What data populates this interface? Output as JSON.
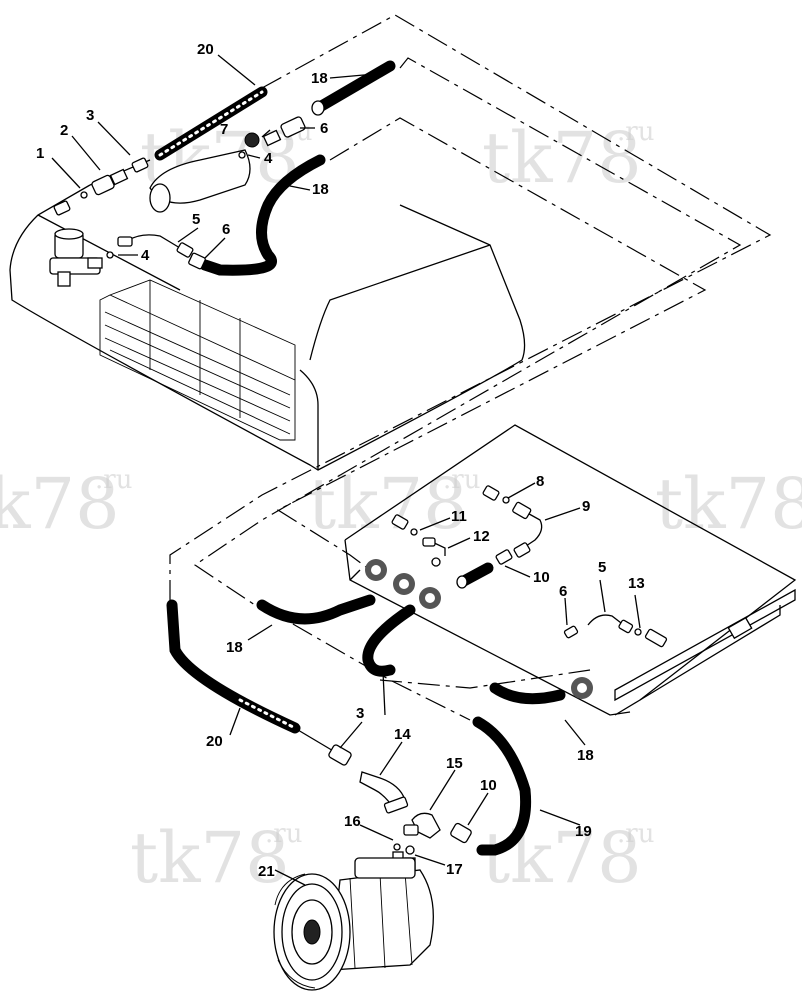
{
  "watermark": {
    "main": "tk78",
    "suffix": ".ru"
  },
  "callouts": [
    "1",
    "2",
    "3",
    "4",
    "5",
    "6",
    "8",
    "9",
    "10",
    "11",
    "12",
    "13",
    "14",
    "15",
    "16",
    "17",
    "18",
    "19",
    "20",
    "21"
  ],
  "colors": {
    "line": "#000000",
    "watermark": "#cfcfcf",
    "background": "#ffffff"
  }
}
